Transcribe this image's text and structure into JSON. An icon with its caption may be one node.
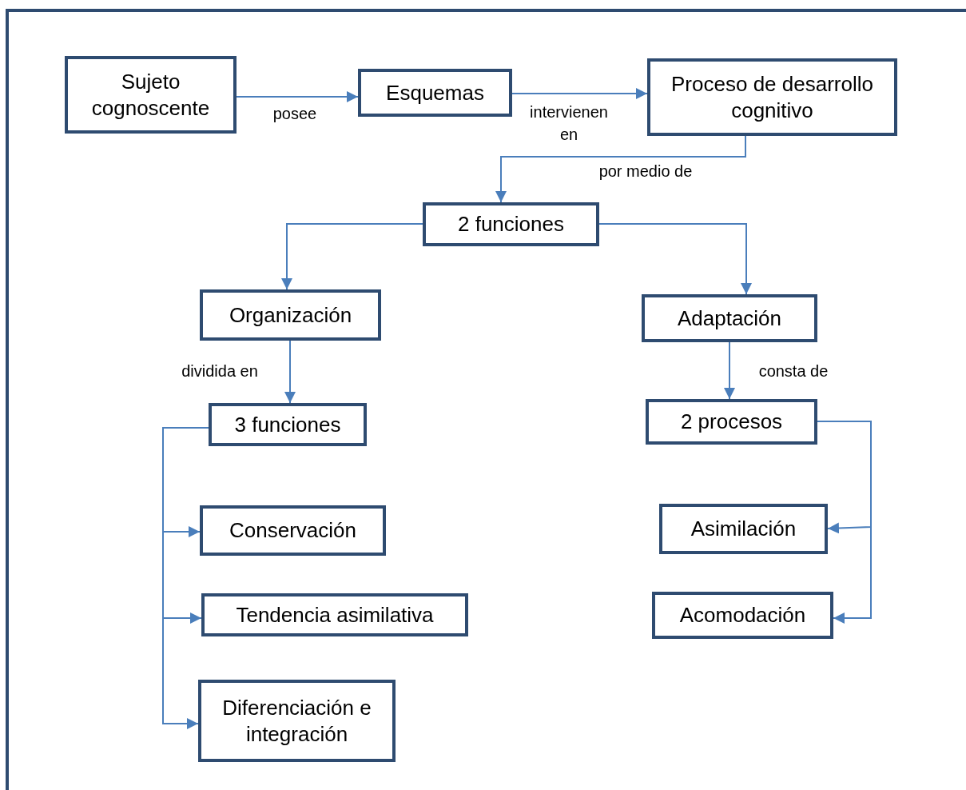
{
  "diagram": {
    "nodes": [
      {
        "text": [
          "Sujeto cognoscente"
        ]
      },
      {
        "text": [
          "Esquemas"
        ]
      },
      {
        "text": [
          "Proceso de desarrollo cognitivo"
        ]
      },
      {
        "text": [
          "2 funciones"
        ]
      },
      {
        "text": [
          "Organización"
        ]
      },
      {
        "text": [
          "Adaptación"
        ]
      },
      {
        "text": [
          "3 funciones"
        ]
      },
      {
        "text": [
          "2 procesos"
        ]
      },
      {
        "text": [
          "Conservación"
        ]
      },
      {
        "text": [
          "Tendencia asimilativa"
        ]
      },
      {
        "text": [
          "Diferenciación e integración"
        ]
      },
      {
        "text": [
          "Asimilación"
        ]
      },
      {
        "text": [
          "Acomodación"
        ]
      }
    ],
    "edges": [
      {
        "from": 0,
        "to": 1,
        "arrow": "to",
        "label": "posee"
      },
      {
        "from": 1,
        "to": 2,
        "arrow": "to",
        "label": "intervienen en"
      },
      {
        "from": 2,
        "to": 3,
        "arrow": "to",
        "label": "por medio de"
      },
      {
        "from": 3,
        "to": 4,
        "arrow": "to"
      },
      {
        "from": 3,
        "to": 5,
        "arrow": "to"
      },
      {
        "from": 4,
        "to": 6,
        "arrow": "to",
        "label": "dividida en"
      },
      {
        "from": 5,
        "to": 7,
        "arrow": "to",
        "label": "consta de"
      },
      {
        "from": 6,
        "to": 8,
        "arrow": "to"
      },
      {
        "from": 6,
        "to": 9,
        "arrow": "to"
      },
      {
        "from": 6,
        "to": 10,
        "arrow": "to"
      },
      {
        "from": 7,
        "to": 11,
        "arrow": "to"
      },
      {
        "from": 7,
        "to": 12,
        "arrow": "to"
      }
    ]
  }
}
